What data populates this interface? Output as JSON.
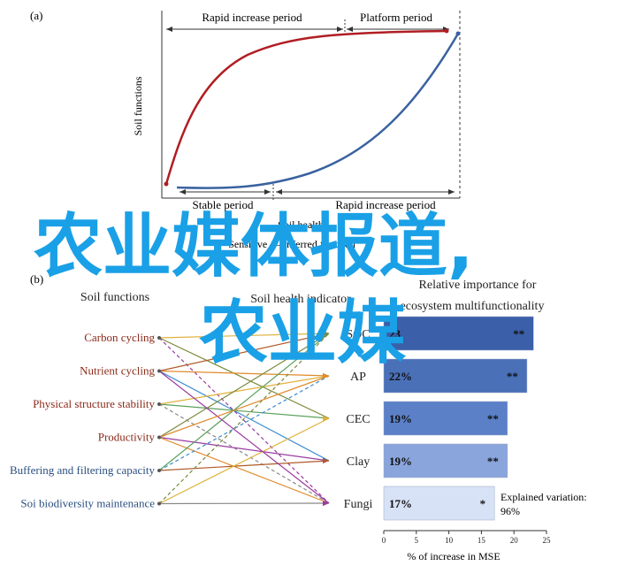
{
  "panel_a": {
    "label": "(a)",
    "ylabel": "Soil functions",
    "top_periods": [
      "Rapid increase period",
      "Platform period"
    ],
    "bottom_periods": [
      "Stable period",
      "Rapid increase period"
    ],
    "xlabel": "Soil health",
    "xlabel_partial": "Sensitive — Inferred function",
    "curve_colors": {
      "red": "#b01e23",
      "blue": "#3a62a0"
    }
  },
  "panel_b": {
    "label": "(b)",
    "functions_header": "Soil functions",
    "indicators_header": "Soil health indicator",
    "importance_header": "Relative importance for",
    "importance_header2": "ecosystem multifunctionality",
    "functions": [
      {
        "label": "Carbon cycling",
        "color": "#8b2a1a"
      },
      {
        "label": "Nutrient cycling",
        "color": "#8b2a1a"
      },
      {
        "label": "Physical structure stability",
        "color": "#8b2a1a"
      },
      {
        "label": "Productivity",
        "color": "#8b2a1a"
      },
      {
        "label": "Buffering and filtering capacity",
        "color": "#2b4f80"
      },
      {
        "label": "Soi biodiversity maintenance",
        "color": "#2b4f80"
      }
    ],
    "indicators": [
      "SOC",
      "AP",
      "CEC",
      "Clay",
      "Fungi"
    ],
    "xlabel": "% of increase in MSE",
    "explained": "Explained variation:",
    "explained_value": "96%"
  },
  "chart_data": {
    "type": "bar",
    "categories": [
      "SOC",
      "AP",
      "CEC",
      "Clay",
      "Fungi"
    ],
    "values": [
      23,
      22,
      19,
      19,
      17
    ],
    "value_labels": [
      "23",
      "22%",
      "19%",
      "19%",
      "17%"
    ],
    "significance": [
      "**",
      "**",
      "**",
      "**",
      "*"
    ],
    "bar_colors": [
      "#3b5fa8",
      "#4a70b8",
      "#5b80c8",
      "#8aa5dc",
      "#d8e2f6"
    ],
    "xlabel": "% of increase in MSE",
    "xlim": [
      0,
      25
    ],
    "xticks": [
      0,
      5,
      10,
      15,
      20,
      25
    ]
  },
  "watermark": {
    "line1": "农业媒体报道,",
    "line2": "农业媒"
  }
}
